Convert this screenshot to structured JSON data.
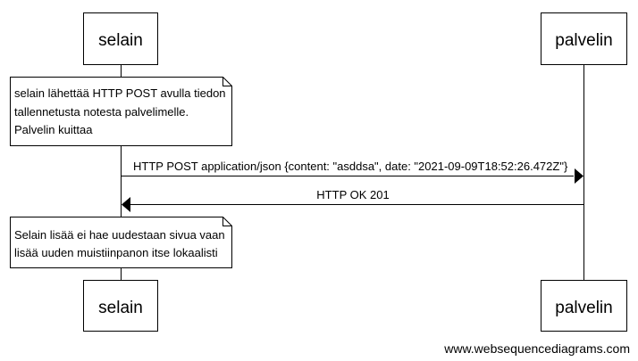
{
  "participants": [
    {
      "id": "selain",
      "label": "selain"
    },
    {
      "id": "palvelin",
      "label": "palvelin"
    }
  ],
  "notes": [
    {
      "over": "selain",
      "lines": [
        "selain lähettää HTTP POST avulla tiedon",
        "tallennetusta notesta palvelimelle.",
        "Palvelin kuittaa"
      ]
    },
    {
      "over": "selain",
      "lines": [
        "Selain lisää ei hae uudestaan sivua vaan",
        "lisää uuden muistiinpanon itse lokaalisti"
      ]
    }
  ],
  "messages": [
    {
      "from": "selain",
      "to": "palvelin",
      "label": "HTTP POST application/json {content: \"asddsa\", date: \"2021-09-09T18:52:26.472Z\"}"
    },
    {
      "from": "palvelin",
      "to": "selain",
      "label": "HTTP OK 201"
    }
  ],
  "watermark": "www.websequencediagrams.com"
}
